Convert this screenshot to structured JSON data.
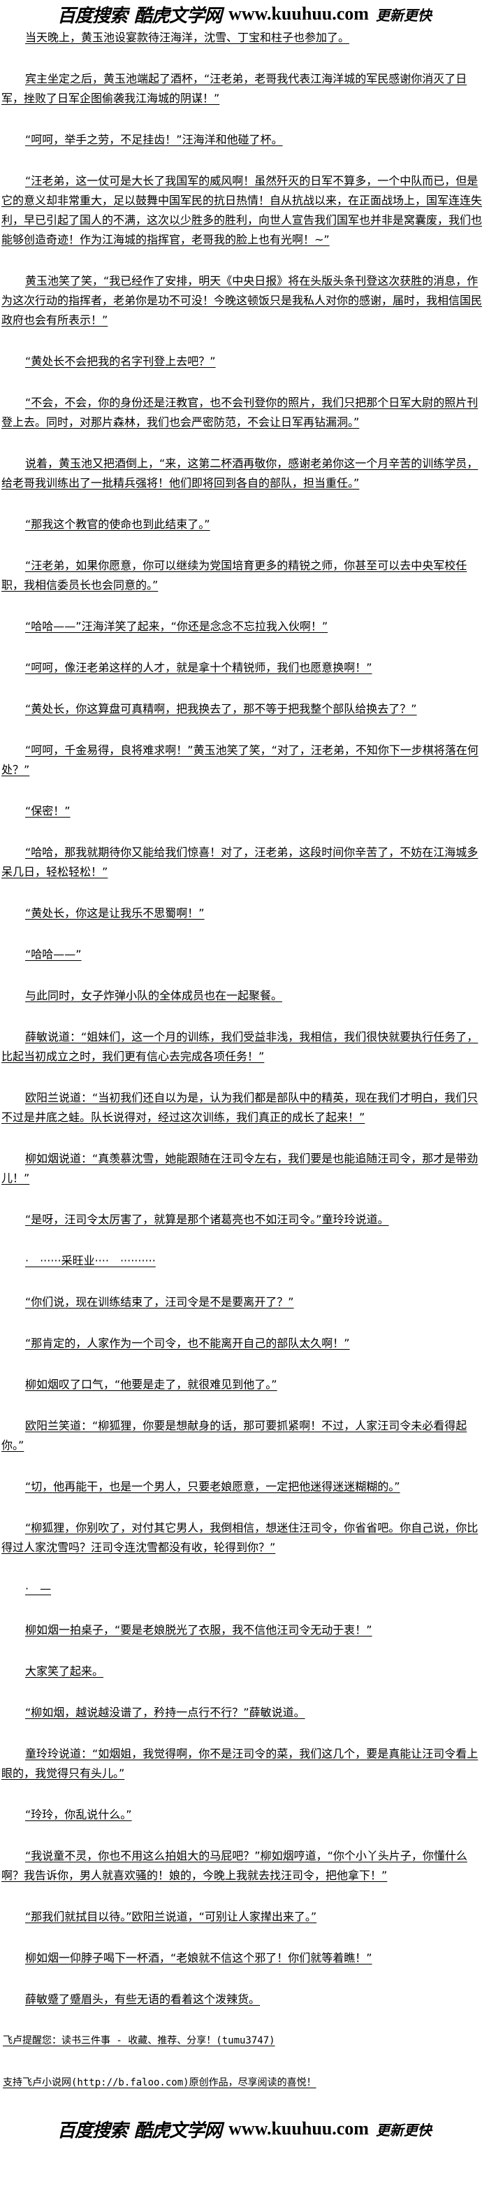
{
  "logo": {
    "part1": "百度搜索",
    "part2": "酷虎文学网",
    "url": "www.kuuhuu.com",
    "part3": "更新更快"
  },
  "paragraphs": [
    "当天晚上，黄玉池设宴款待汪海洋，沈雪、丁宝和柱子也参加了。",
    "宾主坐定之后，黄玉池端起了酒杯，“汪老弟，老哥我代表江海洋城的军民感谢你消灭了日军，挫败了日军企图偷袭我江海城的阴谋！”",
    "“呵呵，举手之劳，不足挂齿！”汪海洋和他碰了杯。",
    "“汪老弟，这一仗可是大长了我国军的威风啊！虽然歼灭的日军不算多，一个中队而已，但是它的意义却非常重大，足以鼓舞中国军民的抗日热情！自从抗战以来，在正面战场上，国军连连失利，早已引起了国人的不满，这次以少胜多的胜利，向世人宣告我们国军也并非是窝囊废，我们也能够创造奇迹！作为江海城的指挥官，老哥我的脸上也有光啊！~”",
    "黄玉池笑了笑，“我已经作了安排，明天《中央日报》将在头版头条刊登这次获胜的消息，作为这次行动的指挥者，老弟你是功不可没！今晚这顿饭只是我私人对你的感谢，届时，我相信国民政府也会有所表示！”",
    "“黄处长不会把我的名字刊登上去吧？”",
    "“不会，不会，你的身份还是汪教官，也不会刊登你的照片，我们只把那个日军大尉的照片刊登上去。同时，对那片森林，我们也会严密防范，不会让日军再钻漏洞。”",
    "说着，黄玉池又把酒倒上，“来，这第二杯酒再敬你，感谢老弟你这一个月辛苦的训练学员，给老哥我训练出了一批精兵强将！他们即将回到各自的部队，担当重任。”",
    "“那我这个教官的使命也到此结束了。”",
    "“汪老弟，如果你愿意，你可以继续为党国培育更多的精锐之师，你甚至可以去中央军校任职，我相信委员长也会同意的。”",
    "“哈哈——”汪海洋笑了起来，“你还是念念不忘拉我入伙啊！”",
    "“呵呵，像汪老弟这样的人才，就是拿十个精锐师，我们也愿意换啊！”",
    "“黄处长，你这算盘可真精啊，把我换去了，那不等于把我整个部队给换去了？”",
    "“呵呵，千金易得，良将难求啊！”黄玉池笑了笑，“对了，汪老弟，不知你下一步棋将落在何处？”",
    "“保密！”",
    "“哈哈，那我就期待你又能给我们惊喜！对了，汪老弟，这段时间你辛苦了，不妨在江海城多呆几日，轻松轻松！”",
    "“黄处长，你这是让我乐不思蜀啊！”",
    "“哈哈——”",
    "与此同时，女子炸弹小队的全体成员也在一起聚餐。",
    "薛敏说道：“姐妹们，这一个月的训练，我们受益非浅，我相信，我们很快就要执行任务了，比起当初成立之时，我们更有信心去完成各项任务！”",
    "欧阳兰说道：“当初我们还自以为是，认为我们都是部队中的精英，现在我们才明白，我们只不过是井底之蛙。队长说得对，经过这次训练，我们真正的成长了起来！”",
    "柳如烟说道：“真羡慕沈雪，她能跟随在汪司令左右，我们要是也能追随汪司令，那才是带劲儿！”",
    "“是呀，汪司令太厉害了，就算是那个诸葛亮也不如汪司令。”童玲玲说道。",
    "·　······采旺业····　··········",
    "“你们说，现在训练结束了，汪司令是不是要离开了？”",
    "“那肯定的，人家作为一个司令，也不能离开自己的部队太久啊！”",
    "柳如烟叹了口气，“他要是走了，就很难见到他了。”",
    "欧阳兰笑道：“柳狐狸，你要是想献身的话，那可要抓紧啊！不过，人家汪司令未必看得起你。”",
    "“切，他再能干，也是一个男人，只要老娘愿意，一定把他迷得迷迷糊糊的。”",
    "“柳狐狸，你别吹了，对付其它男人，我倒相信，想迷住汪司令，你省省吧。你自己说，你比得过人家沈雪吗？汪司令连沈雪都没有收，轮得到你？”",
    "·　—",
    "柳如烟一拍桌子，“要是老娘脱光了衣服，我不信他汪司令无动于衷！”",
    "大家笑了起来。",
    "“柳如烟，越说越没谱了，矜持一点行不行？”薛敏说道。",
    "童玲玲说道：“如烟姐，我觉得啊，你不是汪司令的菜，我们这几个，要是真能让汪司令看上眼的，我觉得只有头儿。”",
    "“玲玲，你乱说什么。”",
    "“我说童不灵，你也不用这么拍姐大的马屁吧？”柳如烟哼道，“你个小丫头片子，你懂什么啊？我告诉你，男人就喜欢骚的！娘的，今晚上我就去找汪司令，把他拿下！”",
    "“那我们就拭目以待。”欧阳兰说道，“可别让人家撵出来了。”",
    "柳如烟一仰脖子喝下一杯酒，“老娘就不信这个邪了！你们就等着瞧！”",
    "薛敏蹙了蹙眉头，有些无语的看着这个泼辣货。"
  ],
  "footer": {
    "reminder": "飞卢提醒您：读书三件事 - 收藏、推荐、分享！(tumu3747)",
    "support": "支持飞卢小说网(http://b.faloo.com)原创作品，尽享阅读的喜悦！"
  }
}
